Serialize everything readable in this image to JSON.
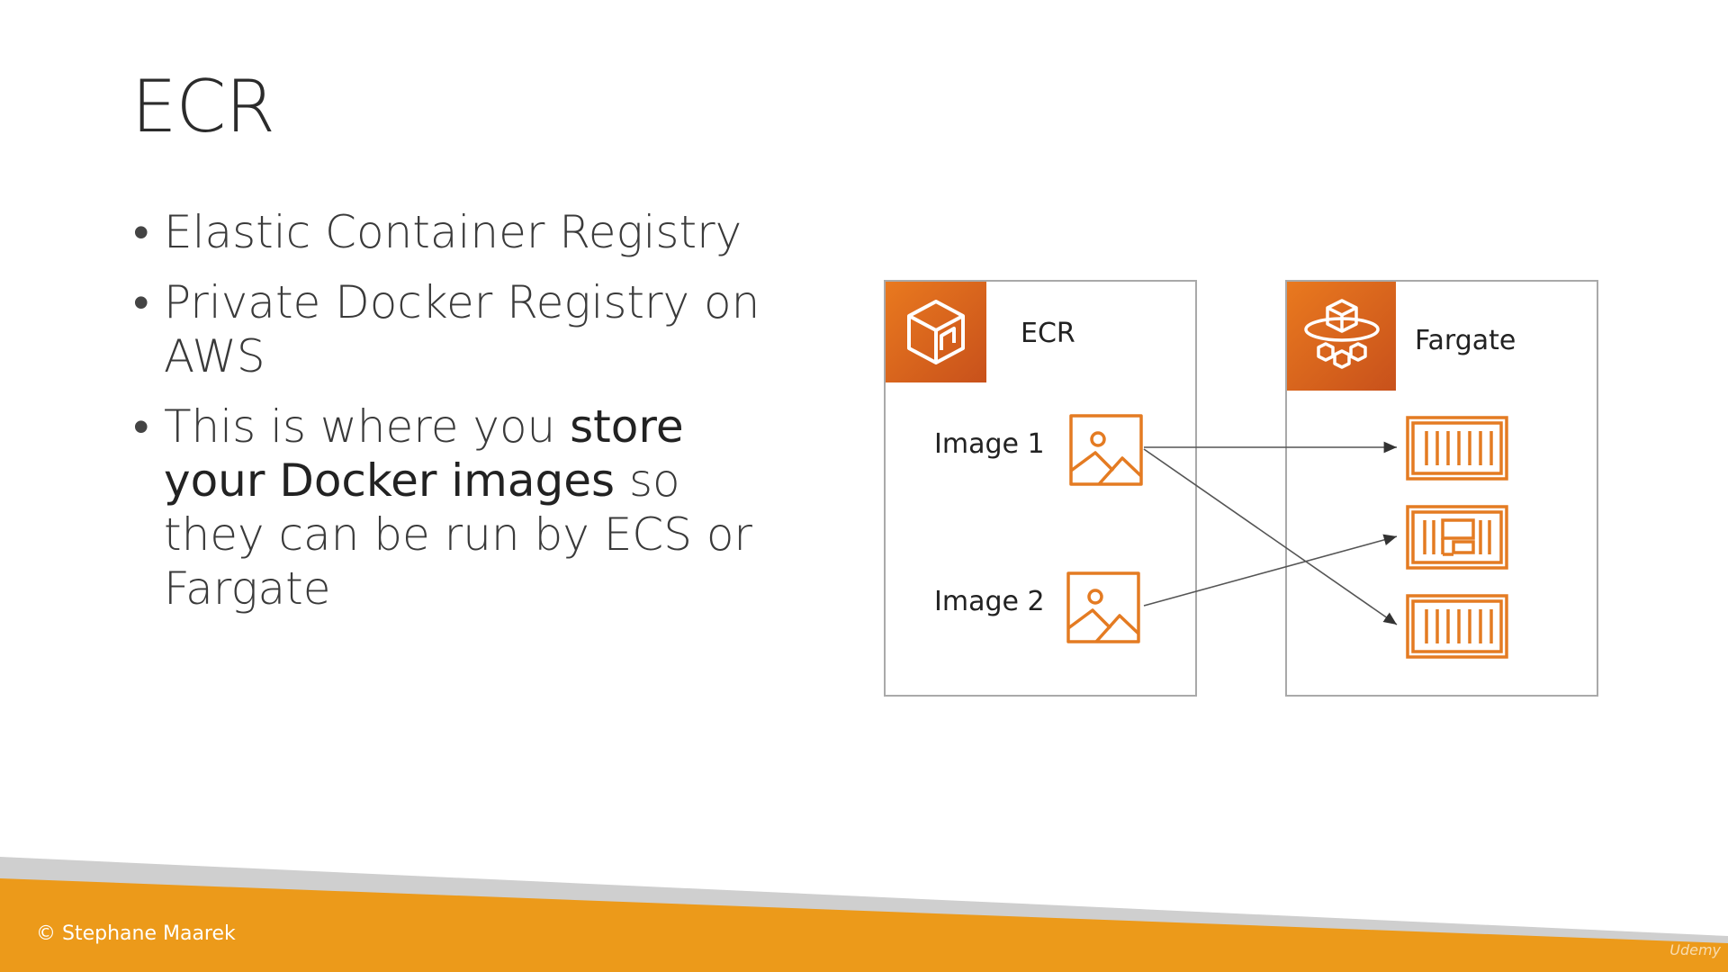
{
  "slide": {
    "title": "ECR",
    "bullets": [
      {
        "text": "Elastic Container Registry"
      },
      {
        "text": "Private Docker Registry on AWS"
      },
      {
        "pre": "This is where you ",
        "bold": "store your Docker images",
        "post": " so they can be run by ECS or Fargate"
      }
    ]
  },
  "diagram": {
    "ecr": {
      "label": "ECR",
      "icon": "ecr-icon"
    },
    "fargate": {
      "label": "Fargate",
      "icon": "fargate-icon"
    },
    "images": [
      {
        "label": "Image 1",
        "icon": "image-icon"
      },
      {
        "label": "Image 2",
        "icon": "image-icon"
      }
    ],
    "containers": [
      "container-icon",
      "container-icon",
      "container-icon"
    ],
    "accent_color": "#e47b22"
  },
  "footer": {
    "copyright": "© Stephane Maarek",
    "watermark": "Udemy",
    "band_color": "#ec9a1a",
    "stripe_color": "#cfcfcf"
  }
}
